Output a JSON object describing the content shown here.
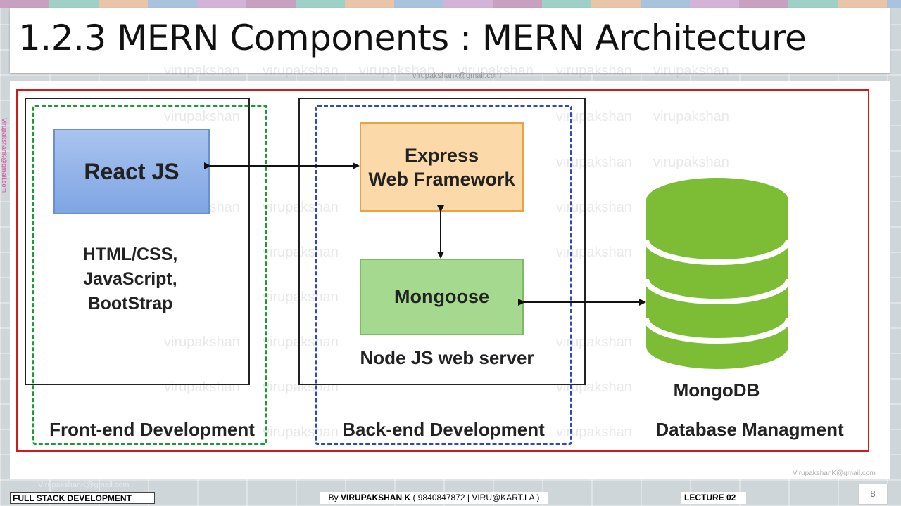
{
  "slide": {
    "title": "1.2.3 MERN Components : MERN Architecture",
    "watermark_text": "virupakshan",
    "watermark_email": "virupakshank@gmail.com",
    "side_email": "VirupakshanK@gmail.com"
  },
  "diagram": {
    "react": "React JS",
    "frontend_tech": [
      "HTML/CSS,",
      "JavaScript,",
      "BootStrap"
    ],
    "express": [
      "Express",
      "Web Framework"
    ],
    "mongoose": "Mongoose",
    "nodejs": "Node JS web server",
    "mongodb": "MongoDB",
    "frontend_label": "Front-end Development",
    "backend_label": "Back-end Development",
    "database_label": "Database Managment"
  },
  "colors": {
    "frame": "#d11a1a",
    "frontend_dash": "#1a9a3a",
    "backend_dash": "#3344cc",
    "react_fill": "#7fa5e3",
    "express_fill": "#fbd9a8",
    "mongoose_fill": "#a6d990",
    "database_fill": "#7cbd35"
  },
  "footer": {
    "course": "FULL STACK DEVELOPMENT",
    "author_prefix": "By ",
    "author_name": "VIRUPAKSHAN K",
    "author_contact": " ( 9840847872 | VIRU@KART.LA )",
    "lecture": "LECTURE 02",
    "page_number": "8",
    "email": "VirupakshanK@gmail.com",
    "email_br": "VirupakshanK@gmail.com"
  }
}
